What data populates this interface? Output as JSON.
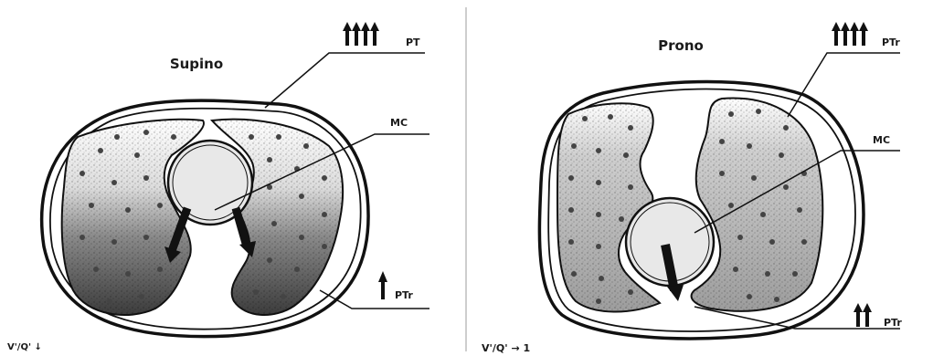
{
  "supine": {
    "title": "Supino",
    "pt_label": "PT",
    "mc_label": "MC",
    "ptr_label": "PTr",
    "ratio_label": "V'/Q' ↓"
  },
  "prone": {
    "title": "Prono",
    "pt_label": "PTr",
    "mc_label": "MC",
    "ptr_label": "PTr",
    "ratio_label": "V'/Q' → 1"
  },
  "colors": {
    "ink": "#111111",
    "heart": "#e8e8e8",
    "lung_light": "#f2f2f2",
    "lung_dark": "#4a4a4a",
    "divider": "#bdbdbd"
  }
}
